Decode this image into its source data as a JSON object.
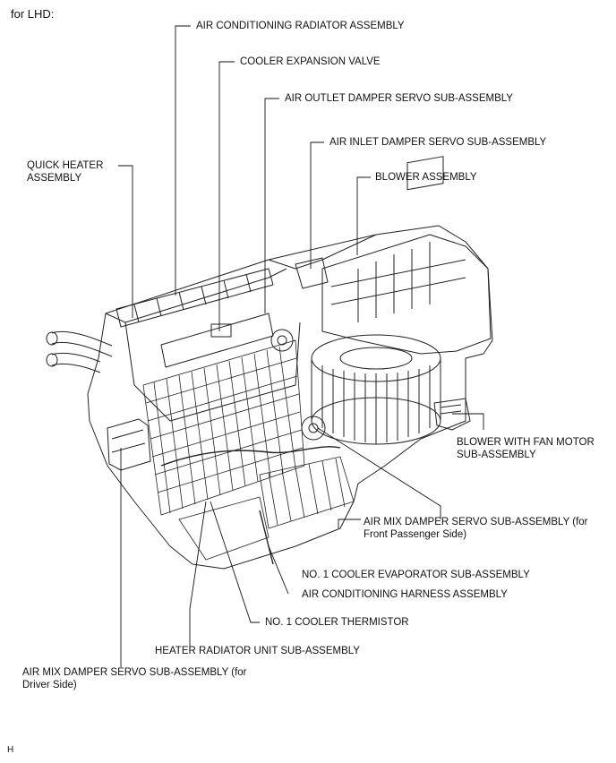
{
  "heading": "for LHD:",
  "footer_code": "H",
  "labels": {
    "air_conditioning_radiator_assembly": "AIR CONDITIONING RADIATOR ASSEMBLY",
    "cooler_expansion_valve": "COOLER EXPANSION VALVE",
    "air_outlet_damper_servo": "AIR OUTLET DAMPER SERVO SUB-ASSEMBLY",
    "air_inlet_damper_servo": "AIR INLET DAMPER SERVO SUB-ASSEMBLY",
    "blower_assembly": "BLOWER ASSEMBLY",
    "quick_heater_assembly": "QUICK HEATER\nASSEMBLY",
    "blower_with_fan_motor": "BLOWER WITH FAN MOTOR\nSUB-ASSEMBLY",
    "air_mix_damper_servo_passenger": "AIR MIX DAMPER SERVO SUB-ASSEMBLY (for\nFront Passenger Side)",
    "no1_cooler_evaporator": "NO. 1 COOLER EVAPORATOR SUB-ASSEMBLY",
    "air_conditioning_harness": "AIR CONDITIONING HARNESS ASSEMBLY",
    "no1_cooler_thermistor": "NO. 1 COOLER THERMISTOR",
    "heater_radiator_unit": "HEATER RADIATOR UNIT SUB-ASSEMBLY",
    "air_mix_damper_servo_driver": "AIR MIX DAMPER SERVO SUB-ASSEMBLY (for\nDriver Side)"
  }
}
